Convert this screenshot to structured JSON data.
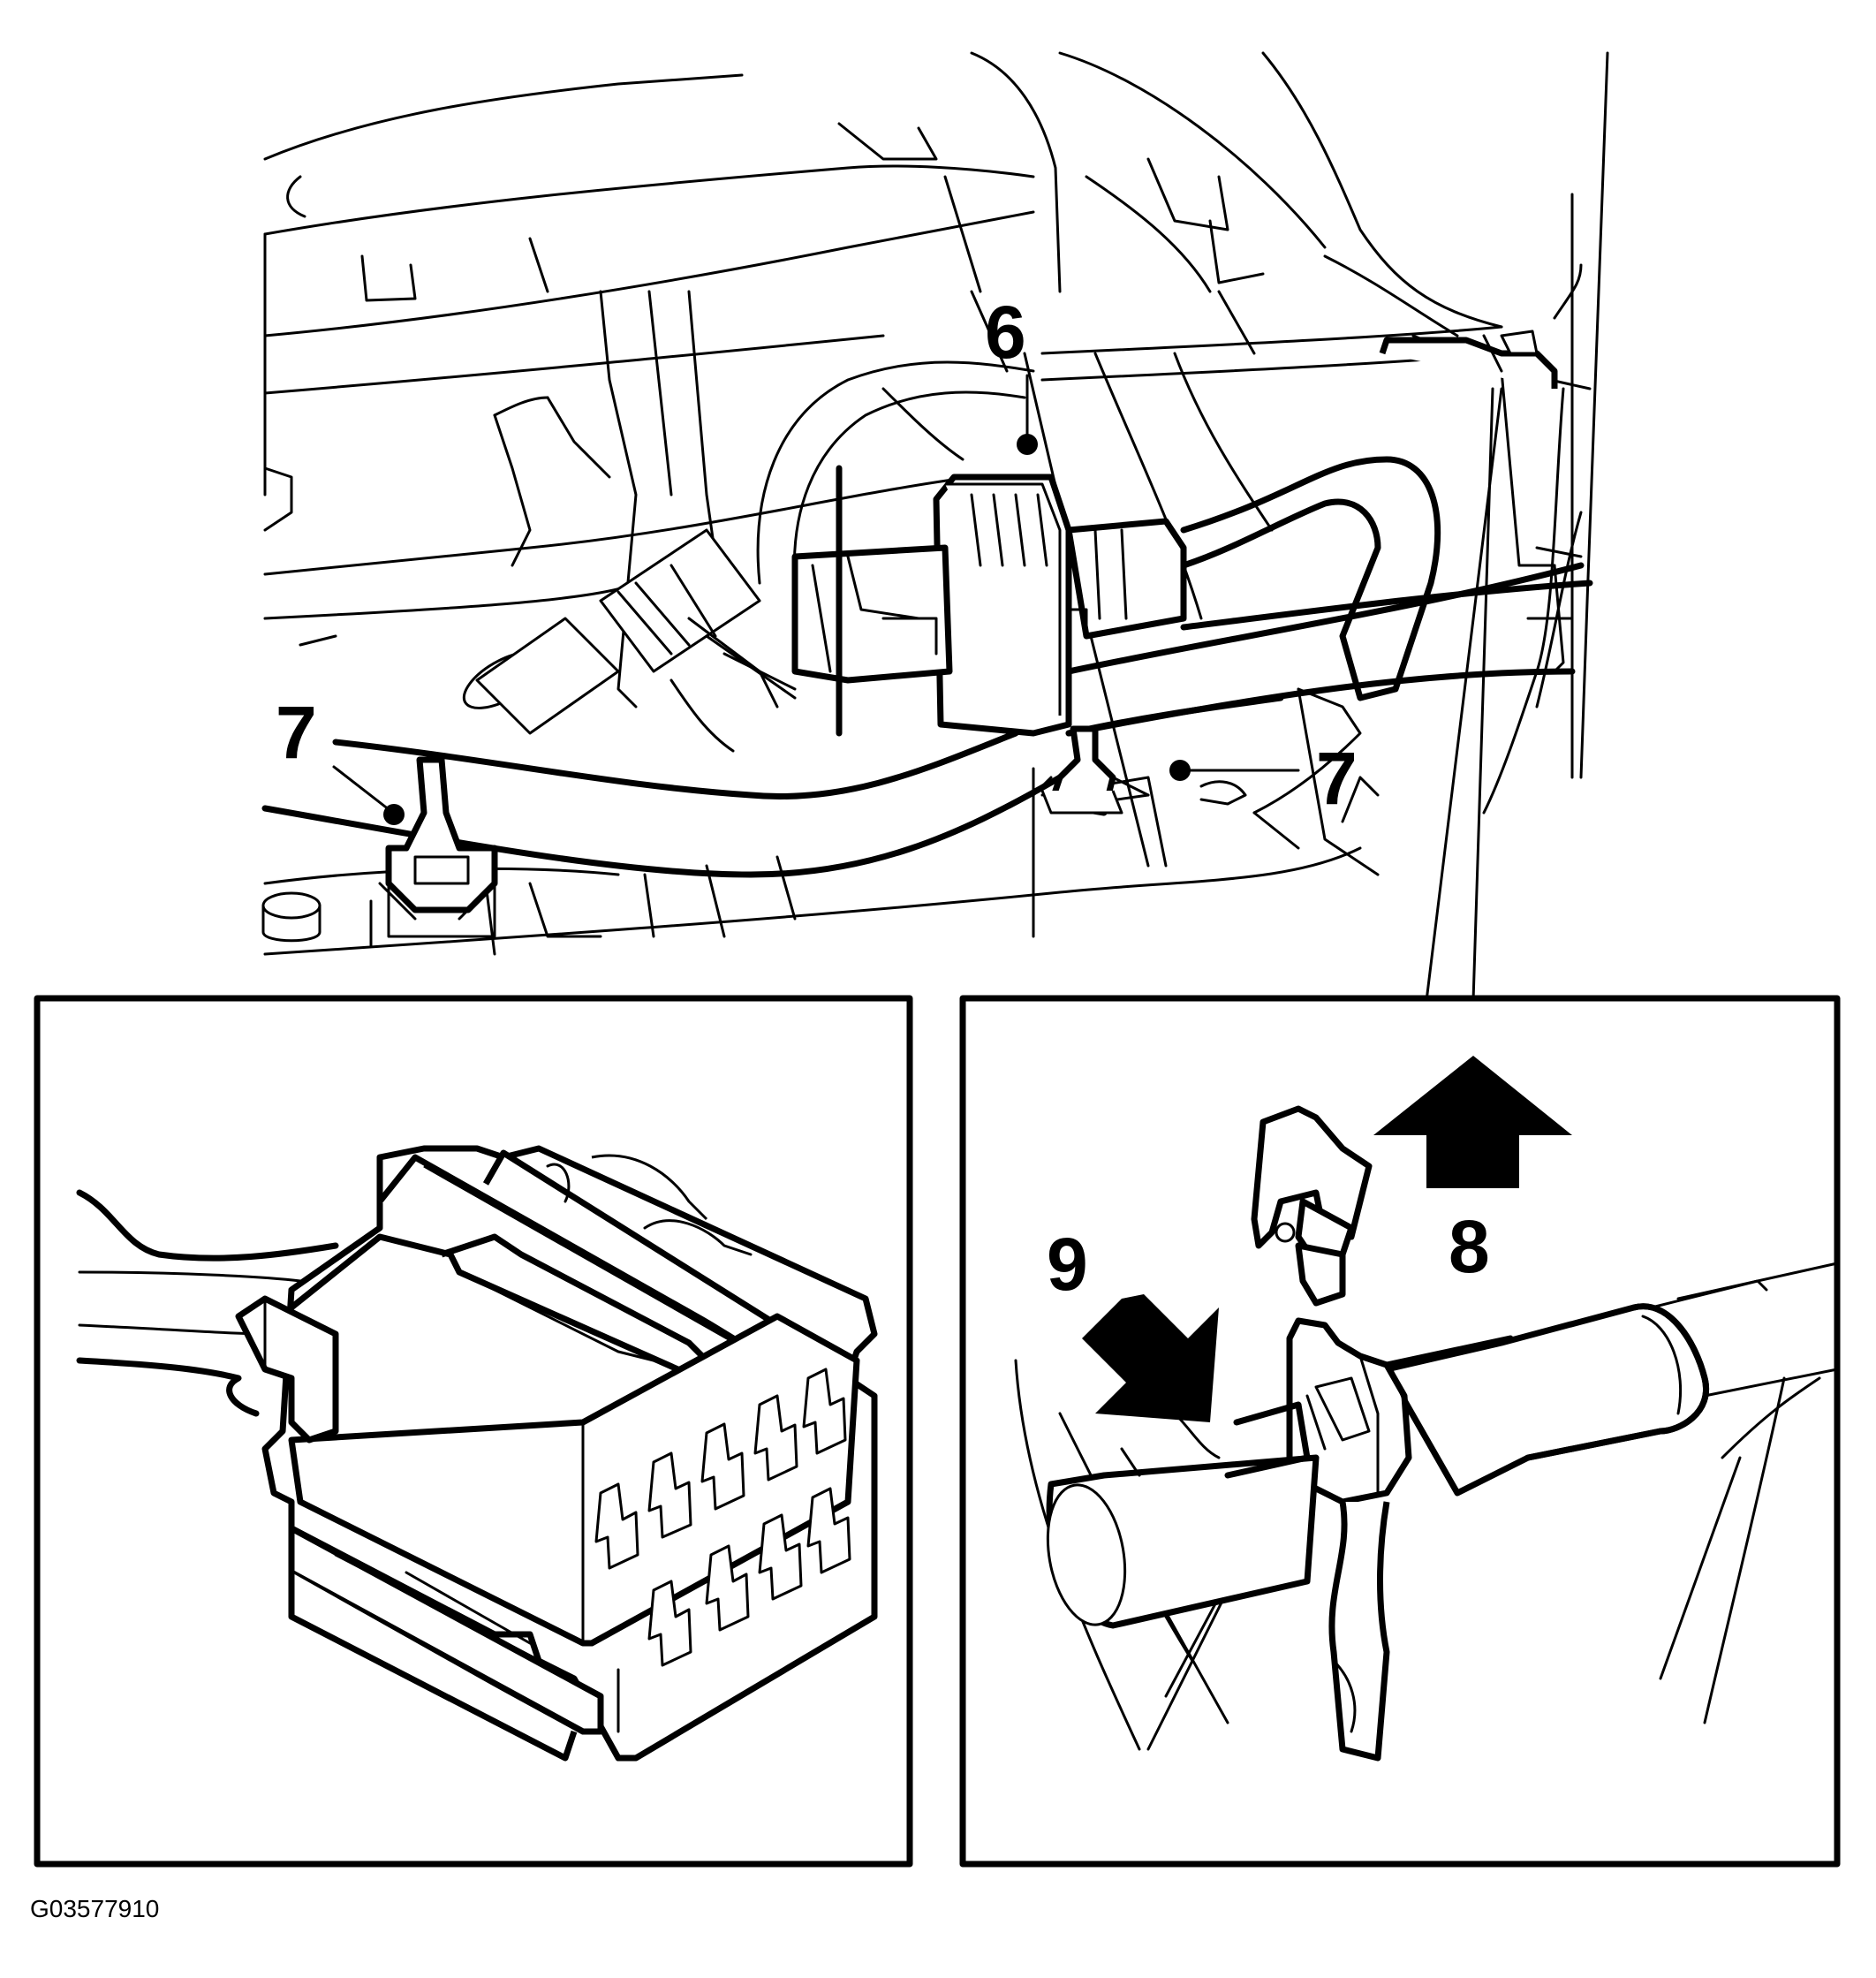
{
  "callouts": {
    "c6": "6",
    "c7_left": "7",
    "c7_right": "7",
    "c8": "8",
    "c9": "9"
  },
  "figure_id": "G03577910",
  "colors": {
    "line": "#000000",
    "background": "#ffffff"
  }
}
